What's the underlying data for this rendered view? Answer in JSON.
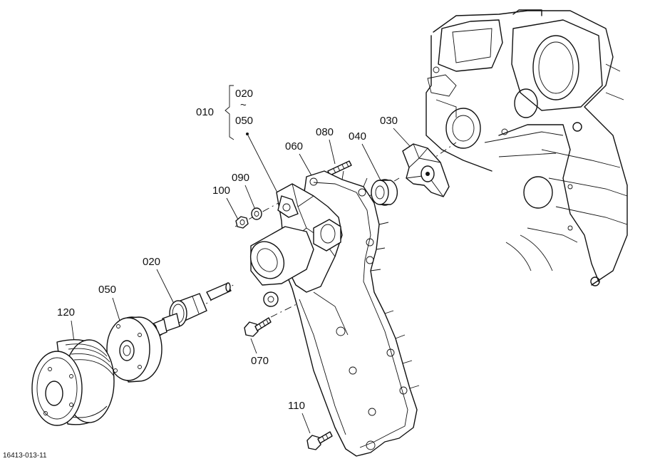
{
  "figure_id": "16413-013-11",
  "callouts": {
    "assembly": "010",
    "range_start": "020",
    "range_sep": "~",
    "range_end": "050",
    "impeller": "030",
    "seal": "040",
    "housing": "060",
    "stud": "080",
    "washer": "090",
    "nut": "100",
    "shaft_bearing": "020",
    "hub": "050",
    "pulley": "120",
    "bolt_070": "070",
    "bolt_110": "110"
  }
}
